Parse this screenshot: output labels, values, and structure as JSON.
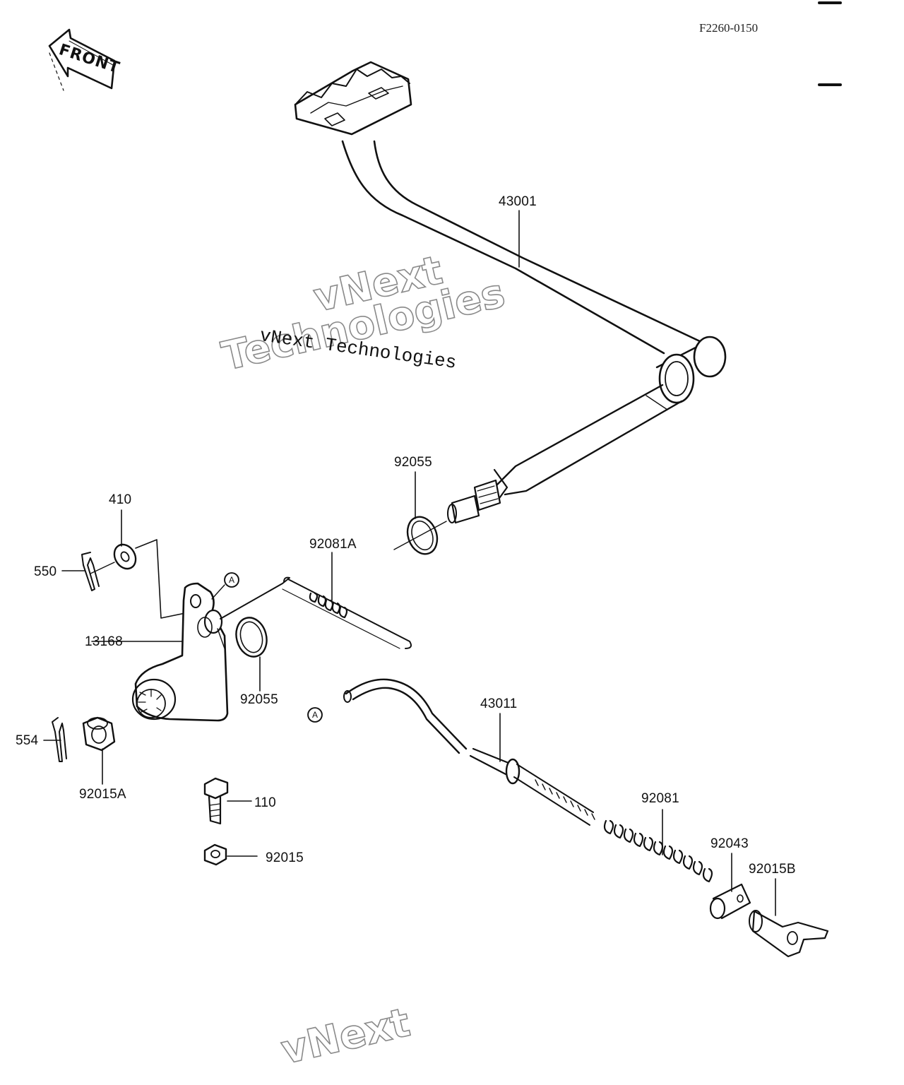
{
  "drawing_code": "F2260-0150",
  "front_label": "FRONT",
  "watermark": {
    "line_text": "vNext Technologies",
    "outline_word1": "vNext",
    "outline_word2": "Technologies",
    "outline_bottom": "vNext"
  },
  "ref_marker": "A",
  "parts": {
    "p43001": "43001",
    "p92055_top": "92055",
    "p410": "410",
    "p550": "550",
    "p92081A": "92081A",
    "p13168": "13168",
    "p92055_mid": "92055",
    "p43011": "43011",
    "p554": "554",
    "p92015A": "92015A",
    "p110": "110",
    "p92015": "92015",
    "p92081": "92081",
    "p92043": "92043",
    "p92015B": "92015B"
  }
}
